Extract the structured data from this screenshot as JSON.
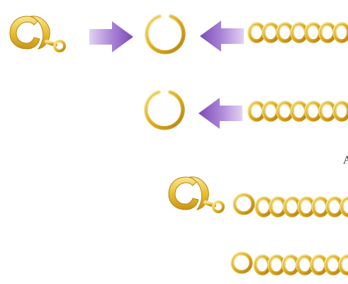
{
  "diagram": {
    "step_marker": "A",
    "colors": {
      "gold_light": "#f8e07a",
      "gold_mid": "#e9bf33",
      "gold_dark": "#b98412",
      "arrow_light": "#d6bff0",
      "arrow_dark": "#7b4bb5"
    },
    "rows": [
      {
        "name": "row-1",
        "parts": [
          "lobster-clasp-icon",
          "arrow-right-icon",
          "open-jump-ring-icon",
          "arrow-left-icon",
          "chain-icon"
        ]
      },
      {
        "name": "row-2",
        "parts": [
          "open-jump-ring-icon",
          "arrow-left-icon",
          "chain-icon"
        ]
      },
      {
        "name": "row-3",
        "parts": [
          "lobster-clasp-icon",
          "closed-jump-ring-icon",
          "chain-icon"
        ]
      },
      {
        "name": "row-4",
        "parts": [
          "closed-jump-ring-icon",
          "chain-icon"
        ]
      }
    ]
  }
}
